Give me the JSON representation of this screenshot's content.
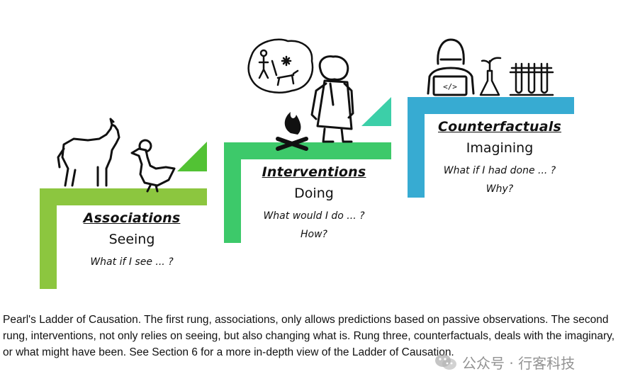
{
  "colors": {
    "rung1": "#8cc63f",
    "rung2": "#3dc96a",
    "rung2_triangle": "#3ccfa8",
    "rung3": "#37abd2"
  },
  "rungs": [
    {
      "title": "Associations",
      "verb": "Seeing",
      "questions": [
        "What if I see ... ?"
      ],
      "icons": [
        "wolf-icon",
        "duck-icon"
      ]
    },
    {
      "title": "Interventions",
      "verb": "Doing",
      "questions": [
        "What would I do ... ?",
        "How?"
      ],
      "icons": [
        "cave-painting-icon",
        "caveman-icon",
        "campfire-icon"
      ]
    },
    {
      "title": "Counterfactuals",
      "verb": "Imagining",
      "questions": [
        "What if I had done ... ?",
        "Why?"
      ],
      "icons": [
        "scientist-laptop-icon",
        "plant-flask-icon",
        "test-tubes-icon"
      ]
    }
  ],
  "caption": "Pearl's Ladder of Causation. The first rung, associations, only allows predictions based on passive observations. The second rung, interventions, not only relies on seeing, but also changing what is. Rung three, counterfactuals, deals with the imaginary, or what might have been. See Section 6 for a more in-depth view of the Ladder of Causation.",
  "watermark": "公众号 · 行客科技"
}
